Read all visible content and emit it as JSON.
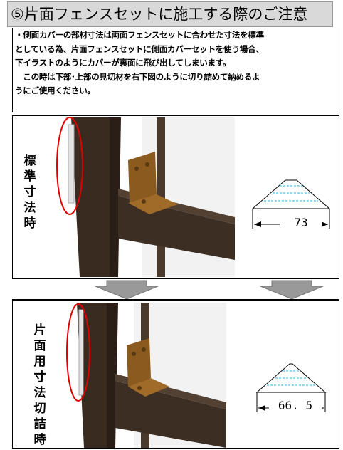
{
  "title": "⑤片面フェンスセットに施工する際のご注意",
  "notice": {
    "lines": [
      "・側面カバーの部材寸法は両面フェンスセットに合わせた寸法を標準",
      "としている為、片面フェンスセットに側面カバーセットを使う場合、",
      "下イラストのようにカバーが裏面に飛び出してしまいます。",
      "　この時は下部･上部の見切材を右下図のように切り詰めて納めるよ",
      "うにご使用ください。"
    ]
  },
  "panels": {
    "standard": {
      "label_chars": [
        "標",
        "準",
        "寸",
        "法",
        "時"
      ],
      "dimension": "73"
    },
    "cut": {
      "label_chars": [
        "片",
        "面",
        "用",
        "寸",
        "法",
        "切",
        "詰",
        "時"
      ],
      "dimension": "66. 5"
    }
  },
  "colors": {
    "title_bg": "#d9d9d9",
    "post": "#3a2b21",
    "bracket": "#8b5a1f",
    "highlight_circle": "#e00000",
    "cut_line": "#29b6e8",
    "arrow": "#999999"
  }
}
